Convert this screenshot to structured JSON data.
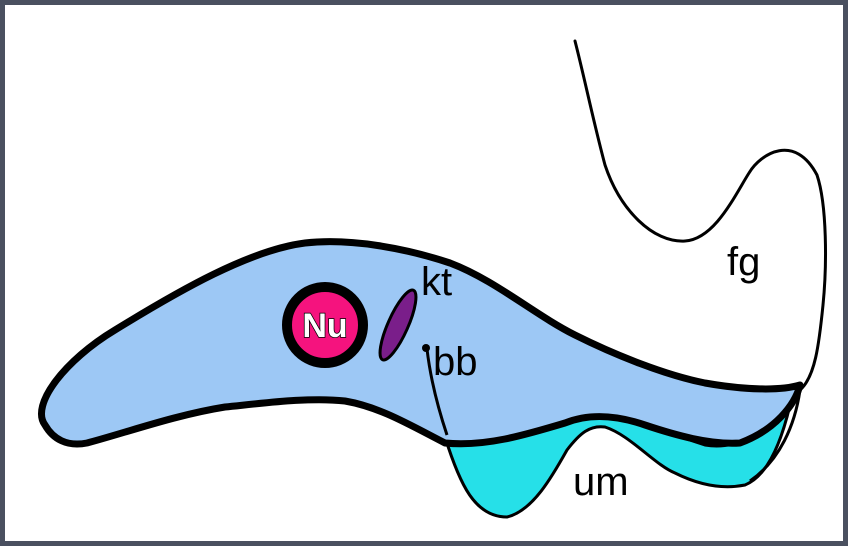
{
  "diagram": {
    "labels": {
      "nucleus": "Nu",
      "kinetoplast": "kt",
      "basal_body": "bb",
      "flagellum": "fg",
      "undulating_membrane": "um"
    },
    "colors": {
      "border": "#4a5060",
      "body_fill": "#9dc8f5",
      "membrane_fill": "#26e0e8",
      "nucleus_fill": "#f5137e",
      "kinetoplast_fill": "#7a1e8a",
      "outline": "#000000"
    }
  }
}
